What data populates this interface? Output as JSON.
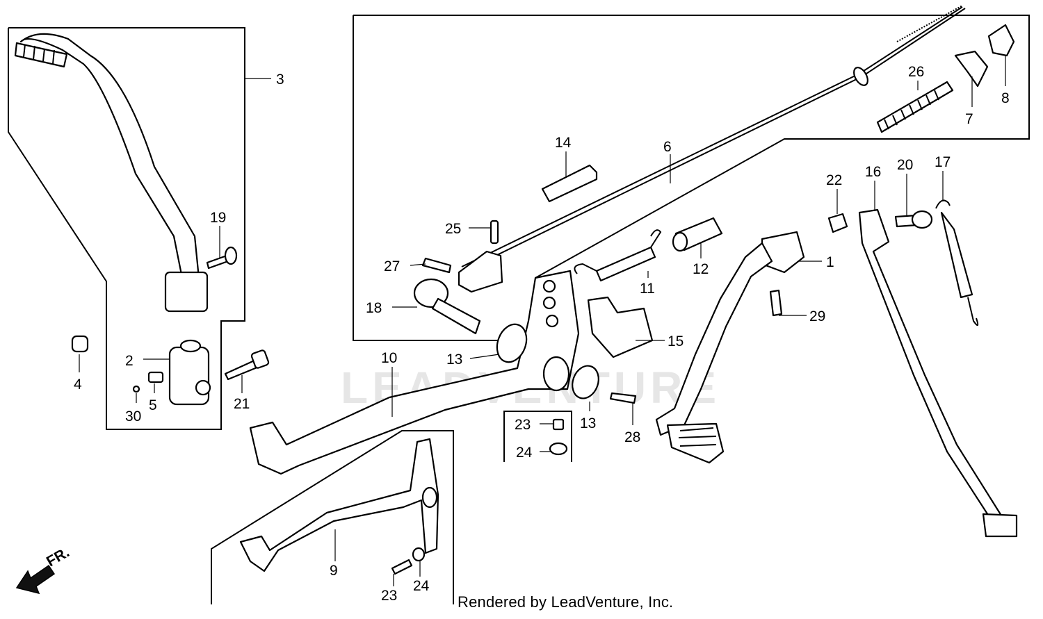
{
  "diagram": {
    "watermark": "LEADVENTURE",
    "footer_credit": "Rendered by LeadVenture, Inc.",
    "direction_label": "FR.",
    "callouts": {
      "c1": "1",
      "c2": "2",
      "c3": "3",
      "c4": "4",
      "c5": "5",
      "c6": "6",
      "c7": "7",
      "c8": "8",
      "c9": "9",
      "c10": "10",
      "c11": "11",
      "c12": "12",
      "c13a": "13",
      "c13b": "13",
      "c14": "14",
      "c15": "15",
      "c16": "16",
      "c17": "17",
      "c18": "18",
      "c19": "19",
      "c20": "20",
      "c21": "21",
      "c22": "22",
      "c23a": "23",
      "c23b": "23",
      "c24a": "24",
      "c24b": "24",
      "c25": "25",
      "c26": "26",
      "c27": "27",
      "c28": "28",
      "c29": "29",
      "c30": "30"
    }
  }
}
